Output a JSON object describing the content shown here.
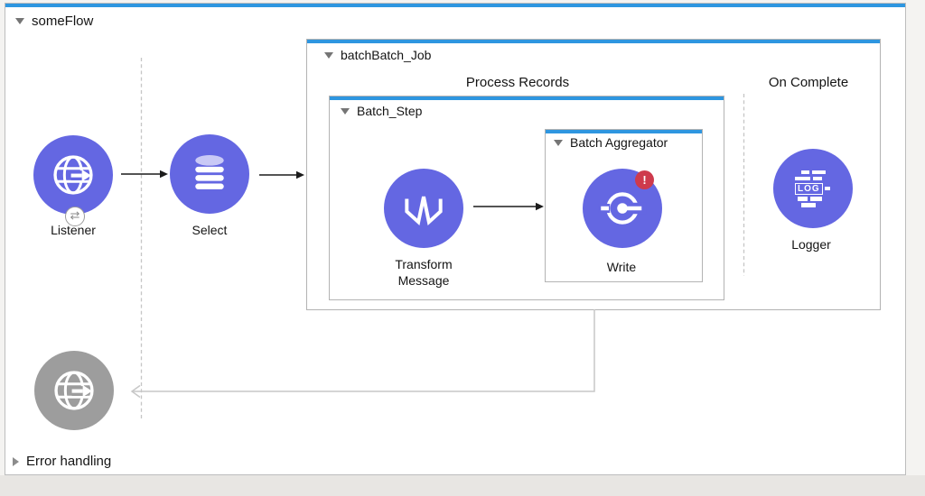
{
  "colors": {
    "accent_blue": "#2e96e0",
    "node_purple": "#6467e2",
    "node_gray": "#9d9d9d",
    "error_red": "#ce3a4c"
  },
  "flow": {
    "title": "someFlow",
    "error_handling_label": "Error handling"
  },
  "batch_job": {
    "title": "batchBatch_Job",
    "process_records_label": "Process Records",
    "on_complete_label": "On Complete"
  },
  "batch_step": {
    "title": "Batch_Step"
  },
  "aggregator": {
    "title": "Batch Aggregator"
  },
  "nodes": {
    "listener": {
      "label": "Listener",
      "badge_glyph": "⇄"
    },
    "select": {
      "label": "Select"
    },
    "transform": {
      "label_line1": "Transform",
      "label_line2": "Message"
    },
    "write": {
      "label": "Write",
      "error_badge_glyph": "!"
    },
    "logger": {
      "label": "Logger",
      "icon_text": "LOG"
    }
  }
}
